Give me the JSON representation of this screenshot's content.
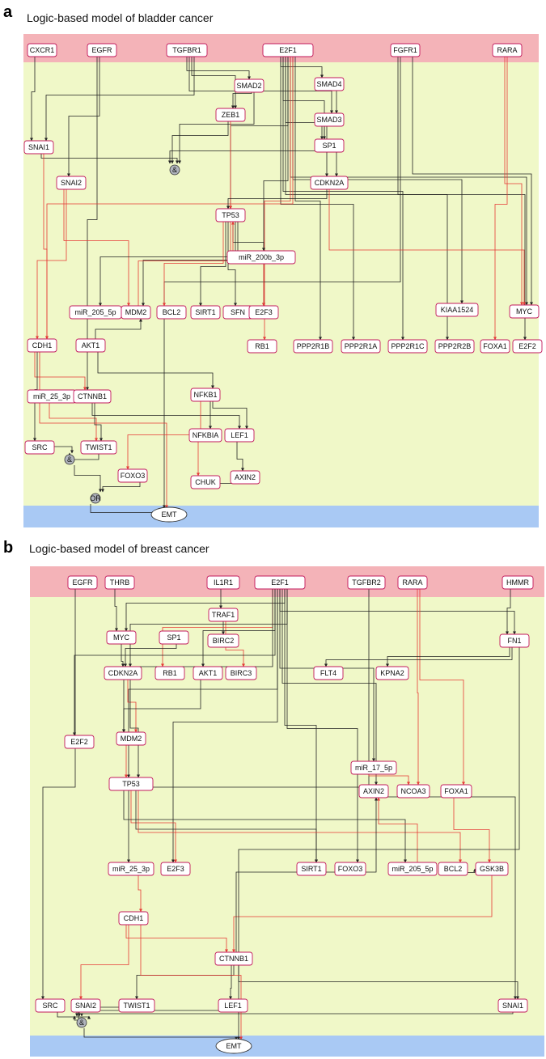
{
  "panels": [
    {
      "letter": "a",
      "title": "Logic-based model of bladder cancer",
      "colors": {
        "top_band": "#f4b3b8",
        "middle": "#f0f8c8",
        "bottom_band": "#a9c9f4",
        "node_border": "#c2185b",
        "activation": "#222222",
        "inhibition": "#e53935"
      },
      "nodes": [
        {
          "id": "CXCR1",
          "label": "CXCR1"
        },
        {
          "id": "EGFR",
          "label": "EGFR"
        },
        {
          "id": "TGFBR1",
          "label": "TGFBR1"
        },
        {
          "id": "E2F1",
          "label": "E2F1"
        },
        {
          "id": "FGFR1",
          "label": "FGFR1"
        },
        {
          "id": "RARA",
          "label": "RARA"
        },
        {
          "id": "SMAD2",
          "label": "SMAD2"
        },
        {
          "id": "SMAD4",
          "label": "SMAD4"
        },
        {
          "id": "ZEB1",
          "label": "ZEB1"
        },
        {
          "id": "SMAD3",
          "label": "SMAD3"
        },
        {
          "id": "SNAI1",
          "label": "SNAI1"
        },
        {
          "id": "SP1",
          "label": "SP1"
        },
        {
          "id": "AND1",
          "label": "&"
        },
        {
          "id": "SNAI2",
          "label": "SNAI2"
        },
        {
          "id": "CDKN2A",
          "label": "CDKN2A"
        },
        {
          "id": "TP53",
          "label": "TP53"
        },
        {
          "id": "miR200b",
          "label": "miR_200b_3p"
        },
        {
          "id": "miR205",
          "label": "miR_205_5p"
        },
        {
          "id": "MDM2",
          "label": "MDM2"
        },
        {
          "id": "BCL2",
          "label": "BCL2"
        },
        {
          "id": "SIRT1",
          "label": "SIRT1"
        },
        {
          "id": "SFN",
          "label": "SFN"
        },
        {
          "id": "E2F3",
          "label": "E2F3"
        },
        {
          "id": "KIAA1524",
          "label": "KIAA1524"
        },
        {
          "id": "MYC",
          "label": "MYC"
        },
        {
          "id": "CDH1",
          "label": "CDH1"
        },
        {
          "id": "AKT1",
          "label": "AKT1"
        },
        {
          "id": "RB1",
          "label": "RB1"
        },
        {
          "id": "PPP2R1B",
          "label": "PPP2R1B"
        },
        {
          "id": "PPP2R1A",
          "label": "PPP2R1A"
        },
        {
          "id": "PPP2R1C",
          "label": "PPP2R1C"
        },
        {
          "id": "PPP2R2B",
          "label": "PPP2R2B"
        },
        {
          "id": "FOXA1",
          "label": "FOXA1"
        },
        {
          "id": "E2F2",
          "label": "E2F2"
        },
        {
          "id": "miR25",
          "label": "miR_25_3p"
        },
        {
          "id": "CTNNB1",
          "label": "CTNNB1"
        },
        {
          "id": "NFKB1",
          "label": "NFKB1"
        },
        {
          "id": "LEF1",
          "label": "LEF1"
        },
        {
          "id": "NFKBIA",
          "label": "NFKBIA"
        },
        {
          "id": "SRC",
          "label": "SRC"
        },
        {
          "id": "TWIST1",
          "label": "TWIST1"
        },
        {
          "id": "AND2",
          "label": "&"
        },
        {
          "id": "FOXO3",
          "label": "FOXO3"
        },
        {
          "id": "CHUK",
          "label": "CHUK"
        },
        {
          "id": "AXIN2",
          "label": "AXIN2"
        },
        {
          "id": "OR1",
          "label": "OR"
        },
        {
          "id": "EMT",
          "label": "EMT"
        }
      ],
      "edges": [
        [
          "CXCR1",
          "SNAI1",
          "a"
        ],
        [
          "EGFR",
          "CTNNB1",
          "a"
        ],
        [
          "EGFR",
          "SNAI2",
          "a"
        ],
        [
          "TGFBR1",
          "SMAD2",
          "a"
        ],
        [
          "TGFBR1",
          "SMAD3",
          "a"
        ],
        [
          "TGFBR1",
          "ZEB1",
          "a"
        ],
        [
          "TGFBR1",
          "SNAI1",
          "a"
        ],
        [
          "E2F1",
          "SMAD4",
          "a"
        ],
        [
          "E2F1",
          "SP1",
          "a"
        ],
        [
          "E2F1",
          "CDKN2A",
          "a"
        ],
        [
          "E2F1",
          "TP53",
          "a"
        ],
        [
          "E2F1",
          "MYC",
          "a"
        ],
        [
          "E2F1",
          "KIAA1524",
          "a"
        ],
        [
          "E2F1",
          "PPP2R1B",
          "a"
        ],
        [
          "E2F1",
          "PPP2R1A",
          "a"
        ],
        [
          "E2F1",
          "PPP2R1C",
          "a"
        ],
        [
          "E2F1",
          "E2F2",
          "a"
        ],
        [
          "E2F1",
          "E2F3",
          "a"
        ],
        [
          "E2F1",
          "RB1",
          "i"
        ],
        [
          "E2F1",
          "CDH1",
          "i"
        ],
        [
          "FGFR1",
          "MYC",
          "a"
        ],
        [
          "FGFR1",
          "PPP2R2B",
          "a"
        ],
        [
          "FGFR1",
          "EMT",
          "a"
        ],
        [
          "RARA",
          "MYC",
          "i"
        ],
        [
          "RARA",
          "FOXA1",
          "i"
        ],
        [
          "SMAD2",
          "ZEB1",
          "a"
        ],
        [
          "SMAD2",
          "AND1",
          "a"
        ],
        [
          "SMAD4",
          "SMAD3",
          "a"
        ],
        [
          "SMAD3",
          "SP1",
          "a"
        ],
        [
          "SMAD3",
          "AND1",
          "a"
        ],
        [
          "ZEB1",
          "AND1",
          "a"
        ],
        [
          "ZEB1",
          "TP53",
          "i"
        ],
        [
          "SNAI1",
          "AND1",
          "a"
        ],
        [
          "SNAI1",
          "CDH1",
          "i"
        ],
        [
          "SP1",
          "CDKN2A",
          "a"
        ],
        [
          "SNAI2",
          "MDM2",
          "i"
        ],
        [
          "SNAI2",
          "CDH1",
          "i"
        ],
        [
          "CDKN2A",
          "TP53",
          "a"
        ],
        [
          "CDKN2A",
          "MYC",
          "i"
        ],
        [
          "TP53",
          "miR200b",
          "a"
        ],
        [
          "TP53",
          "miR205",
          "a"
        ],
        [
          "TP53",
          "MDM2",
          "a"
        ],
        [
          "TP53",
          "BCL2",
          "i"
        ],
        [
          "TP53",
          "SIRT1",
          "a"
        ],
        [
          "TP53",
          "SFN",
          "a"
        ],
        [
          "TP53",
          "E2F3",
          "i"
        ],
        [
          "MDM2",
          "TP53",
          "i"
        ],
        [
          "AKT1",
          "MDM2",
          "a"
        ],
        [
          "AKT1",
          "NFKB1",
          "a"
        ],
        [
          "CDH1",
          "CTNNB1",
          "i"
        ],
        [
          "CDH1",
          "SRC",
          "a"
        ],
        [
          "miR25",
          "TWIST1",
          "i"
        ],
        [
          "CTNNB1",
          "LEF1",
          "a"
        ],
        [
          "CTNNB1",
          "TWIST1",
          "a"
        ],
        [
          "NFKB1",
          "NFKBIA",
          "a"
        ],
        [
          "NFKB1",
          "LEF1",
          "a"
        ],
        [
          "NFKBIA",
          "CHUK",
          "i"
        ],
        [
          "NFKB1",
          "FOXO3",
          "i"
        ],
        [
          "LEF1",
          "AXIN2",
          "a"
        ],
        [
          "TWIST1",
          "AND2",
          "a"
        ],
        [
          "SRC",
          "AND2",
          "a"
        ],
        [
          "AND2",
          "OR1",
          "a"
        ],
        [
          "FOXO3",
          "OR1",
          "a"
        ],
        [
          "CHUK",
          "AXIN2",
          "a"
        ],
        [
          "OR1",
          "EMT",
          "a"
        ],
        [
          "CDH1",
          "EMT",
          "i"
        ]
      ]
    },
    {
      "letter": "b",
      "title": "Logic-based model of breast cancer",
      "colors": {
        "top_band": "#f4b3b8",
        "middle": "#f0f8c8",
        "bottom_band": "#a9c9f4",
        "node_border": "#c2185b",
        "activation": "#222222",
        "inhibition": "#e53935"
      },
      "nodes": [
        {
          "id": "EGFR",
          "label": "EGFR"
        },
        {
          "id": "THRB",
          "label": "THRB"
        },
        {
          "id": "IL1R1",
          "label": "IL1R1"
        },
        {
          "id": "E2F1",
          "label": "E2F1"
        },
        {
          "id": "TGFBR2",
          "label": "TGFBR2"
        },
        {
          "id": "RARA",
          "label": "RARA"
        },
        {
          "id": "HMMR",
          "label": "HMMR"
        },
        {
          "id": "TRAF1",
          "label": "TRAF1"
        },
        {
          "id": "MYC",
          "label": "MYC"
        },
        {
          "id": "SP1",
          "label": "SP1"
        },
        {
          "id": "BIRC2",
          "label": "BIRC2"
        },
        {
          "id": "FN1",
          "label": "FN1"
        },
        {
          "id": "CDKN2A",
          "label": "CDKN2A"
        },
        {
          "id": "RB1",
          "label": "RB1"
        },
        {
          "id": "AKT1",
          "label": "AKT1"
        },
        {
          "id": "BIRC3",
          "label": "BIRC3"
        },
        {
          "id": "FLT4",
          "label": "FLT4"
        },
        {
          "id": "KPNA2",
          "label": "KPNA2"
        },
        {
          "id": "E2F2",
          "label": "E2F2"
        },
        {
          "id": "MDM2",
          "label": "MDM2"
        },
        {
          "id": "miR17",
          "label": "miR_17_5p"
        },
        {
          "id": "TP53",
          "label": "TP53"
        },
        {
          "id": "AXIN2",
          "label": "AXIN2"
        },
        {
          "id": "NCOA3",
          "label": "NCOA3"
        },
        {
          "id": "FOXA1",
          "label": "FOXA1"
        },
        {
          "id": "miR25",
          "label": "miR_25_3p"
        },
        {
          "id": "E2F3",
          "label": "E2F3"
        },
        {
          "id": "SIRT1",
          "label": "SIRT1"
        },
        {
          "id": "FOXO3",
          "label": "FOXO3"
        },
        {
          "id": "miR205",
          "label": "miR_205_5p"
        },
        {
          "id": "BCL2",
          "label": "BCL2"
        },
        {
          "id": "GSK3B",
          "label": "GSK3B"
        },
        {
          "id": "CDH1",
          "label": "CDH1"
        },
        {
          "id": "CTNNB1",
          "label": "CTNNB1"
        },
        {
          "id": "SRC",
          "label": "SRC"
        },
        {
          "id": "SNAI2",
          "label": "SNAI2"
        },
        {
          "id": "TWIST1",
          "label": "TWIST1"
        },
        {
          "id": "LEF1",
          "label": "LEF1"
        },
        {
          "id": "SNAI1",
          "label": "SNAI1"
        },
        {
          "id": "AND1",
          "label": "&"
        },
        {
          "id": "EMT",
          "label": "EMT"
        }
      ],
      "edges": [
        [
          "EGFR",
          "SRC",
          "a"
        ],
        [
          "THRB",
          "MYC",
          "a"
        ],
        [
          "IL1R1",
          "TRAF1",
          "a"
        ],
        [
          "TRAF1",
          "BIRC2",
          "a"
        ],
        [
          "TRAF1",
          "BIRC3",
          "i"
        ],
        [
          "E2F1",
          "MYC",
          "a"
        ],
        [
          "E2F1",
          "CDKN2A",
          "a"
        ],
        [
          "E2F1",
          "RB1",
          "i"
        ],
        [
          "E2F1",
          "AKT1",
          "a"
        ],
        [
          "E2F1",
          "TP53",
          "a"
        ],
        [
          "E2F1",
          "miR17",
          "a"
        ],
        [
          "E2F1",
          "AXIN2",
          "a"
        ],
        [
          "E2F1",
          "SIRT1",
          "a"
        ],
        [
          "E2F1",
          "FOXO3",
          "a"
        ],
        [
          "E2F1",
          "MDM2",
          "a"
        ],
        [
          "E2F1",
          "E2F2",
          "a"
        ],
        [
          "E2F1",
          "E2F3",
          "a"
        ],
        [
          "E2F1",
          "FN1",
          "a"
        ],
        [
          "TGFBR2",
          "SNAI1",
          "a"
        ],
        [
          "RARA",
          "NCOA3",
          "i"
        ],
        [
          "RARA",
          "FOXA1",
          "i"
        ],
        [
          "HMMR",
          "FN1",
          "a"
        ],
        [
          "FN1",
          "KPNA2",
          "a"
        ],
        [
          "FN1",
          "FLT4",
          "a"
        ],
        [
          "MYC",
          "CDKN2A",
          "a"
        ],
        [
          "SP1",
          "CDKN2A",
          "a"
        ],
        [
          "CDKN2A",
          "MDM2",
          "i"
        ],
        [
          "CDKN2A",
          "TP53",
          "a"
        ],
        [
          "AKT1",
          "MDM2",
          "a"
        ],
        [
          "MDM2",
          "TP53",
          "i"
        ],
        [
          "TP53",
          "miR25",
          "a"
        ],
        [
          "TP53",
          "E2F3",
          "i"
        ],
        [
          "TP53",
          "AXIN2",
          "a"
        ],
        [
          "TP53",
          "SIRT1",
          "a"
        ],
        [
          "TP53",
          "BCL2",
          "i"
        ],
        [
          "TP53",
          "miR205",
          "a"
        ],
        [
          "miR17",
          "NCOA3",
          "i"
        ],
        [
          "FOXA1",
          "GSK3B",
          "i"
        ],
        [
          "GSK3B",
          "CTNNB1",
          "i"
        ],
        [
          "BCL2",
          "GSK3B",
          "a"
        ],
        [
          "miR205",
          "AXIN2",
          "i"
        ],
        [
          "miR25",
          "CDH1",
          "i"
        ],
        [
          "CDH1",
          "CTNNB1",
          "i"
        ],
        [
          "CDH1",
          "SNAI2",
          "i"
        ],
        [
          "CTNNB1",
          "LEF1",
          "a"
        ],
        [
          "CTNNB1",
          "TWIST1",
          "a"
        ],
        [
          "CTNNB1",
          "AXIN2",
          "a"
        ],
        [
          "CTNNB1",
          "SNAI1",
          "a"
        ],
        [
          "SRC",
          "AND1",
          "a"
        ],
        [
          "SNAI2",
          "AND1",
          "a"
        ],
        [
          "TWIST1",
          "AND1",
          "a"
        ],
        [
          "LEF1",
          "AND1",
          "a"
        ],
        [
          "SNAI1",
          "AND1",
          "a"
        ],
        [
          "AND1",
          "EMT",
          "a"
        ],
        [
          "FN1",
          "EMT",
          "a"
        ],
        [
          "CDH1",
          "EMT",
          "i"
        ]
      ]
    }
  ]
}
